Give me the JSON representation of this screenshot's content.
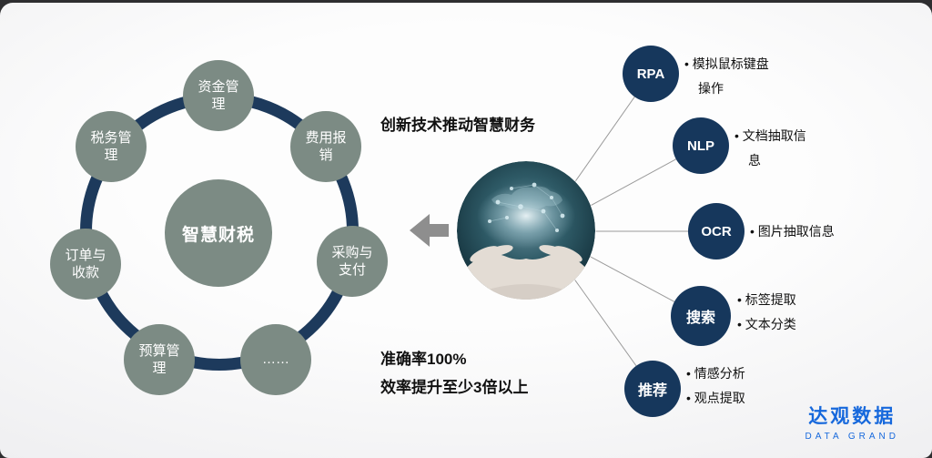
{
  "slide": {
    "headline": "创新技术推动智慧财务",
    "metrics": [
      "准确率100%",
      "效率提升至少3倍以上"
    ]
  },
  "wheel": {
    "center_label": "智慧财税",
    "satellites": [
      {
        "label": "资金管理"
      },
      {
        "label": "费用报销"
      },
      {
        "label": "采购与支付"
      },
      {
        "label": "……"
      },
      {
        "label": "预算管理"
      },
      {
        "label": "订单与收款"
      },
      {
        "label": "税务管理"
      }
    ]
  },
  "technologies": [
    {
      "name": "RPA",
      "points": [
        "• 模拟鼠标键盘操作"
      ]
    },
    {
      "name": "NLP",
      "points": [
        "• 文档抽取信息"
      ]
    },
    {
      "name": "OCR",
      "points": [
        "• 图片抽取信息"
      ]
    },
    {
      "name": "搜索",
      "points": [
        "• 标签提取",
        "• 文本分类"
      ]
    },
    {
      "name": "推荐",
      "points": [
        "• 情感分析",
        "• 观点提取"
      ]
    }
  ],
  "logo": {
    "name": "达观数据",
    "tagline": "DATA GRAND"
  },
  "colors": {
    "navy": "#16375c",
    "sage": "#7c8b84",
    "ring": "#1d3a5c",
    "logo_blue": "#1668dc"
  }
}
